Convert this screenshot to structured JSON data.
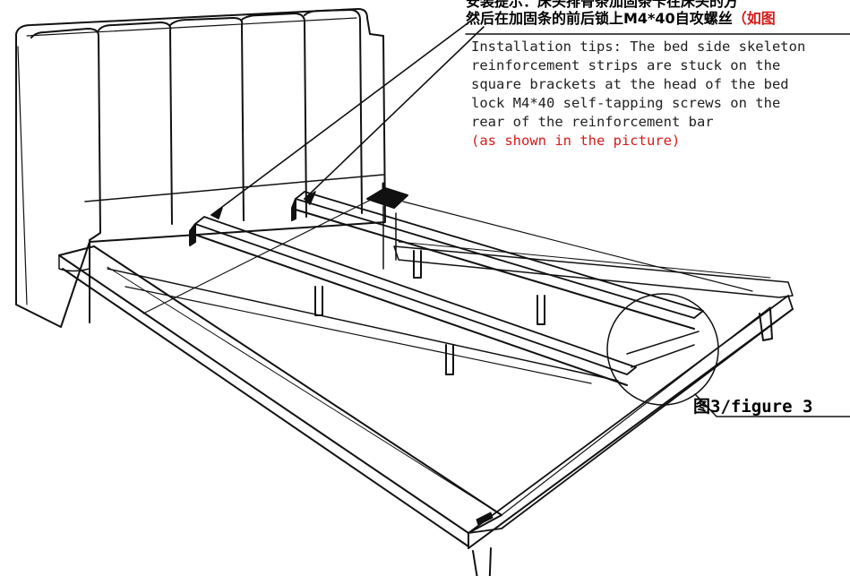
{
  "header_cn": {
    "line1": "安装提示：床头排骨条加固条卡在床头的方",
    "line2_prefix": "然后在加固条的前后锁上M4*40自攻螺丝",
    "line2_red": "（如图"
  },
  "tips": {
    "lines": [
      "Installation tips: The bed side skeleton",
      "reinforcement strips are stuck on the",
      "square brackets at the head of the bed",
      "lock M4*40 self-tapping screws on the",
      "rear of the reinforcement bar"
    ],
    "note": "(as shown in the picture)"
  },
  "figure_label": "图3/figure 3",
  "colors": {
    "line": "#111111",
    "annotation_red": "#d61a1a",
    "background": "#ffffff"
  }
}
